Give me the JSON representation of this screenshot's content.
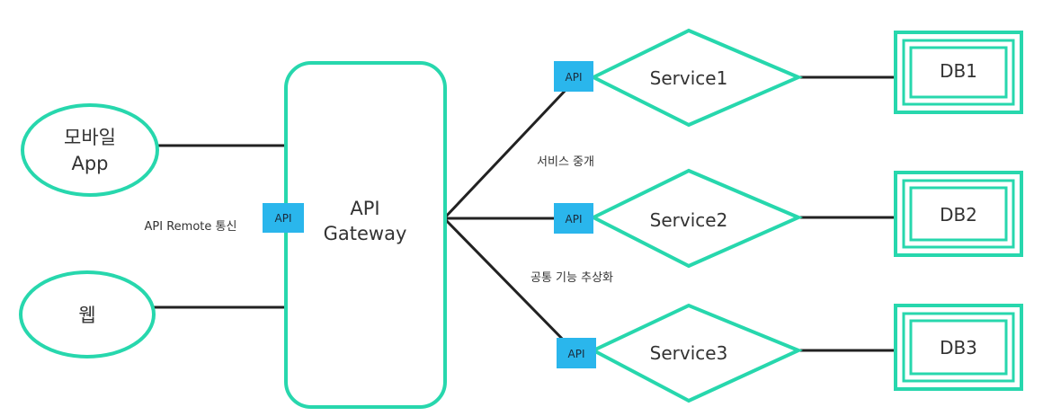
{
  "clients": {
    "mobile": {
      "line1": "모바일",
      "line2": "App"
    },
    "web": {
      "label": "웹"
    }
  },
  "labels": {
    "api_remote": "API Remote 통신",
    "service_relay": "서비스 중개",
    "common_abstraction": "공통 기능 추상화"
  },
  "gateway": {
    "line1": "API",
    "line2": "Gateway",
    "api_badge": "API"
  },
  "services": [
    {
      "label": "Service1",
      "api_badge": "API",
      "db": "DB1"
    },
    {
      "label": "Service2",
      "api_badge": "API",
      "db": "DB2"
    },
    {
      "label": "Service3",
      "api_badge": "API",
      "db": "DB3"
    }
  ],
  "colors": {
    "accent": "#27d7ad",
    "api_badge": "#2ab6ec",
    "line": "#222222"
  }
}
